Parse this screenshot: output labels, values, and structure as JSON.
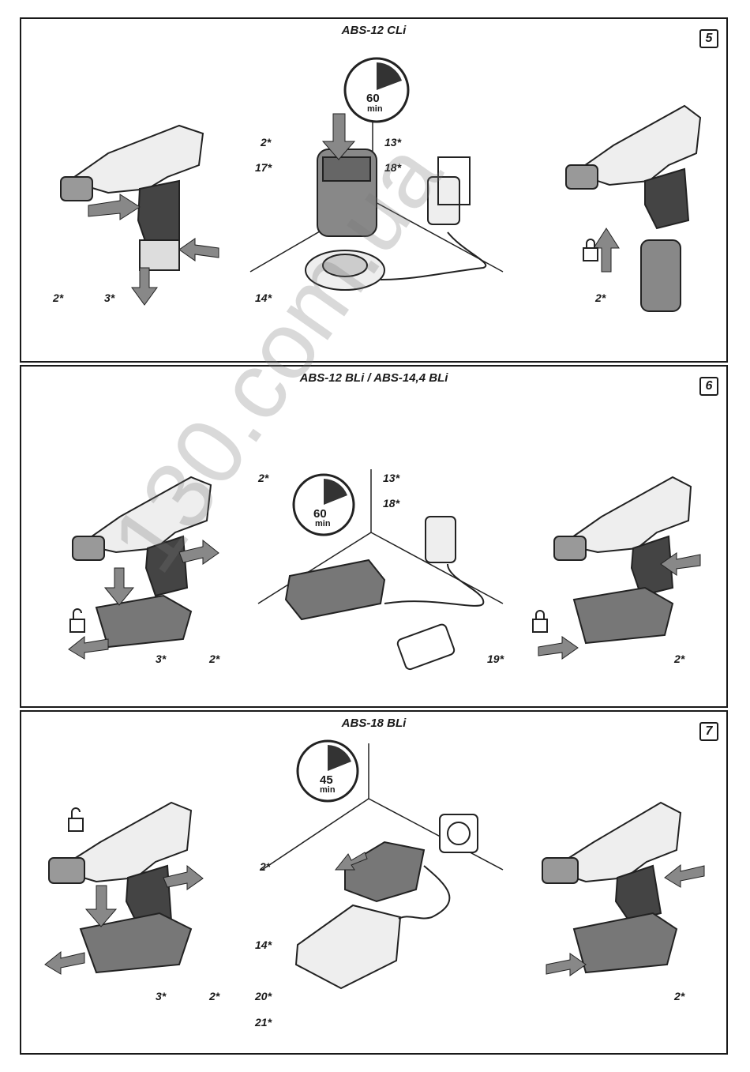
{
  "panels": [
    {
      "title": "ABS-12 CLi",
      "number": "5",
      "timer": {
        "value": "60",
        "unit": "min"
      },
      "labels": {
        "a": "2*",
        "b": "17*",
        "c": "13*",
        "d": "18*",
        "e": "14*",
        "f": "2*",
        "g": "3*",
        "h": "2*"
      }
    },
    {
      "title": "ABS-12 BLi / ABS-14,4 BLi",
      "number": "6",
      "timer": {
        "value": "60",
        "unit": "min"
      },
      "labels": {
        "a": "2*",
        "c": "13*",
        "d": "18*",
        "i": "19*",
        "g": "3*",
        "f": "2*",
        "h": "2*"
      }
    },
    {
      "title": "ABS-18 BLi",
      "number": "7",
      "timer": {
        "value": "45",
        "unit": "min"
      },
      "labels": {
        "a": "2*",
        "e": "14*",
        "j": "20*",
        "k": "21*",
        "g": "3*",
        "f": "2*",
        "h": "2*"
      }
    }
  ],
  "watermark": "130.com.ua"
}
